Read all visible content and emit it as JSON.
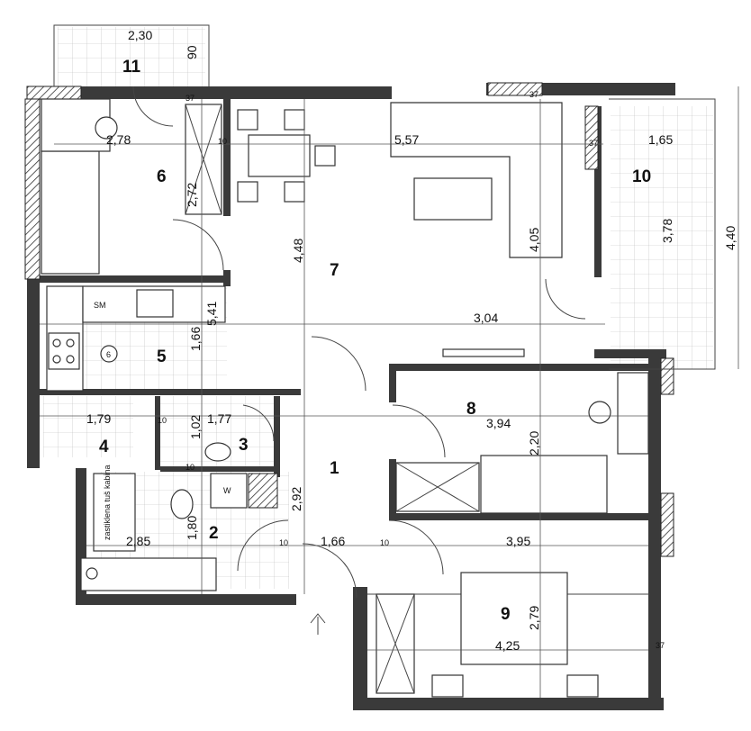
{
  "rooms": {
    "r1": "1",
    "r2": "2",
    "r3": "3",
    "r4": "4",
    "r5": "5",
    "r6": "6",
    "r7": "7",
    "r8": "8",
    "r9": "9",
    "r10": "10",
    "r11": "11"
  },
  "dimensions": {
    "balcony11_width": "2,30",
    "balcony11_depth": "90",
    "room6_width": "2,78",
    "room6_depth": "2,72",
    "room7_width": "5,57",
    "room7_depth": "4,48",
    "sofa_width": "4,05",
    "hall_to_kitchen": "5,41",
    "room7_lower_width": "3,04",
    "kitchen_depth": "1,66",
    "room4_width": "1,79",
    "room3_width": "1,77",
    "room3_depth": "1,02",
    "room8_width": "3,94",
    "room8_depth": "2,20",
    "hall_depth": "2,92",
    "room2_width": "2,85",
    "room2_depth": "1,80",
    "hall_width": "1,66",
    "room9_width_top": "3,95",
    "room9_width": "4,25",
    "room9_depth": "2,79",
    "balcony10_width": "1,65",
    "balcony10_depth": "3,78",
    "balcony10_total": "4,40",
    "wall_37_a": "37",
    "wall_37_b": "37",
    "wall_37_c": "37",
    "wall_37_d": "37",
    "wall_10_a": "10",
    "wall_10_b": "10",
    "wall_10_c": "10",
    "wall_10_d": "10",
    "wall_10_e": "10"
  },
  "fixtures": {
    "sm": "SM",
    "w": "W",
    "shower": "zastiklena tuš kabina",
    "stove_number": "6"
  }
}
